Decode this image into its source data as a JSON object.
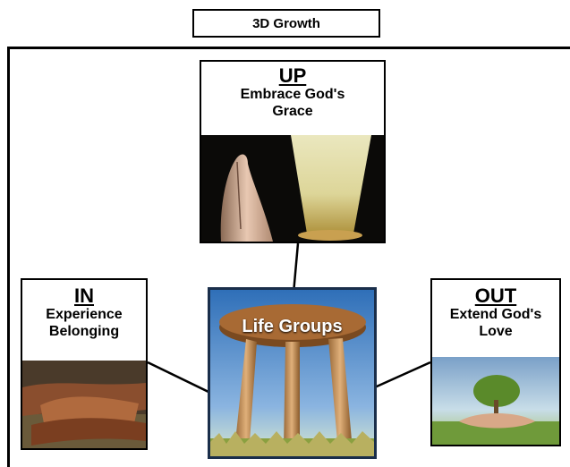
{
  "title": "3D Growth",
  "up": {
    "heading": "UP",
    "line1": "Embrace God's",
    "line2": "Grace",
    "image": "praying-hands-and-light-image"
  },
  "in": {
    "heading": "IN",
    "line1": "Experience",
    "line2": "Belonging",
    "image": "joined-hands-image"
  },
  "out": {
    "heading": "OUT",
    "line1": "Extend God's",
    "line2": "Love",
    "image": "tree-in-hands-image"
  },
  "center": {
    "label": "Life Groups",
    "image": "three-legged-stool-image"
  },
  "colors": {
    "border": "#000000",
    "center_border": "#1a2e4a"
  }
}
